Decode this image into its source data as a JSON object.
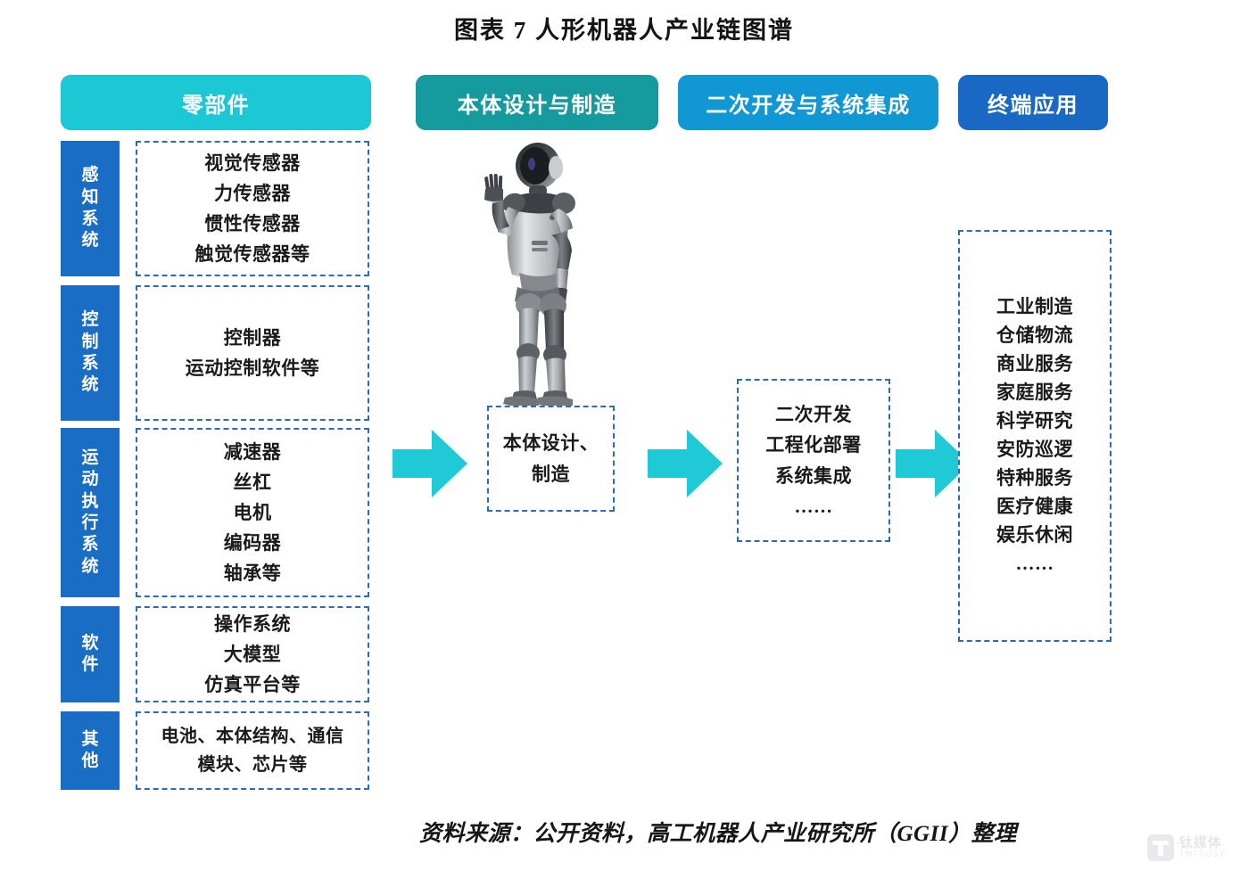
{
  "title": "图表 7    人形机器人产业链图谱",
  "headers": [
    {
      "label": "零部件",
      "color": "#1CC8D4"
    },
    {
      "label": "本体设计与制造",
      "color": "#159B9E"
    },
    {
      "label": "二次开发与系统集成",
      "color": "#1198D4"
    },
    {
      "label": "终端应用",
      "color": "#1868C4"
    }
  ],
  "categories": [
    {
      "tab": "感知系统",
      "items": [
        "视觉传感器",
        "力传感器",
        "惯性传感器",
        "触觉传感器等"
      ]
    },
    {
      "tab": "控制系统",
      "items": [
        "控制器",
        "运动控制软件等"
      ]
    },
    {
      "tab": "运动执行系统",
      "items": [
        "减速器",
        "丝杠",
        "电机",
        "编码器",
        "轴承等"
      ]
    },
    {
      "tab": "软件",
      "items": [
        "操作系统",
        "大模型",
        "仿真平台等"
      ]
    },
    {
      "tab": "其他",
      "items": [
        "电池、本体结构、通信",
        "模块、芯片等"
      ]
    }
  ],
  "body_stage": {
    "items": [
      "本体设计、",
      "制造"
    ]
  },
  "integration_stage": {
    "items": [
      "二次开发",
      "工程化部署",
      "系统集成",
      "……"
    ]
  },
  "applications": {
    "items": [
      "工业制造",
      "仓储物流",
      "商业服务",
      "家庭服务",
      "科学研究",
      "安防巡逻",
      "特种服务",
      "医疗健康",
      "娱乐休闲",
      "……"
    ]
  },
  "arrows": {
    "color": "#1FC9D6",
    "count": 3
  },
  "robot_image": {
    "alt": "humanoid-robot-photo"
  },
  "source": "资料来源：公开资料，高工机器人产业研究所（GGII）整理",
  "watermark": {
    "cn": "钛媒体",
    "en": "TMTPOST"
  },
  "theme": {
    "tab_blue": "#1A6DC4",
    "dash_border": "#2B6CB7",
    "text": "#1a1a1a"
  }
}
